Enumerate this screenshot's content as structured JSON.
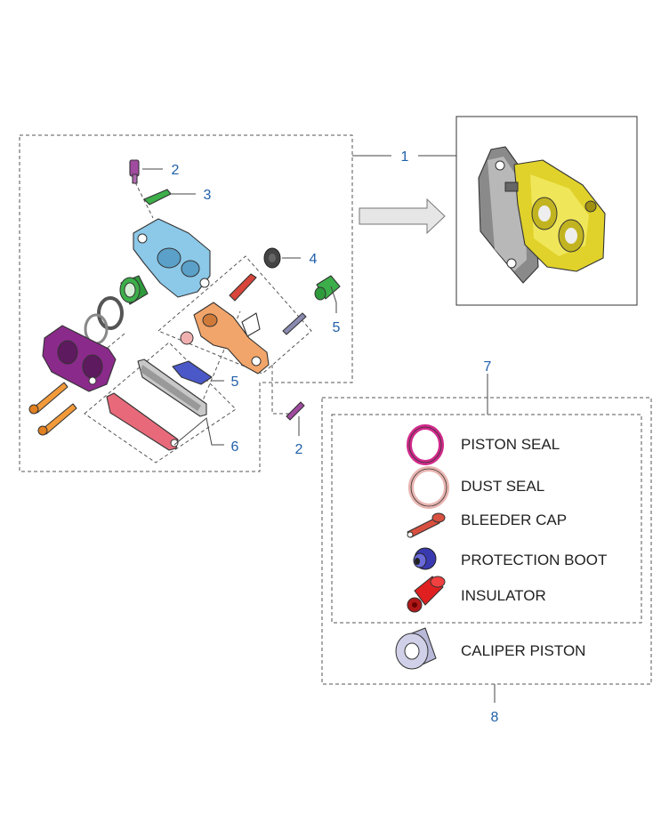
{
  "callouts": {
    "c1": "1",
    "c2a": "2",
    "c2b": "2",
    "c3": "3",
    "c4": "4",
    "c5a": "5",
    "c5b": "5",
    "c6": "6",
    "c7": "7",
    "c8": "8"
  },
  "legend": {
    "piston_seal": "PISTON SEAL",
    "dust_seal": "DUST SEAL",
    "bleeder_cap": "BLEEDER CAP",
    "protection_boot": "PROTECTION BOOT",
    "insulator": "INSULATOR",
    "caliper_piston": "CALIPER PISTON"
  },
  "colors": {
    "callout": "#1f5fa8",
    "caliper_body": "#8cc8e8",
    "outer_half": "#8a2a8a",
    "bracket": "#f2a56a",
    "pad": "#e86a7a",
    "piston": "#3cae4a",
    "bolt": "#f29a3a",
    "assembly": "#e0d22a",
    "piston_seal": "#d02a8a",
    "dust_seal": "#e8b4b0",
    "boot": "#3a3ab0",
    "insulator": "#e02020",
    "caliper_piston": "#c8c8e0"
  }
}
